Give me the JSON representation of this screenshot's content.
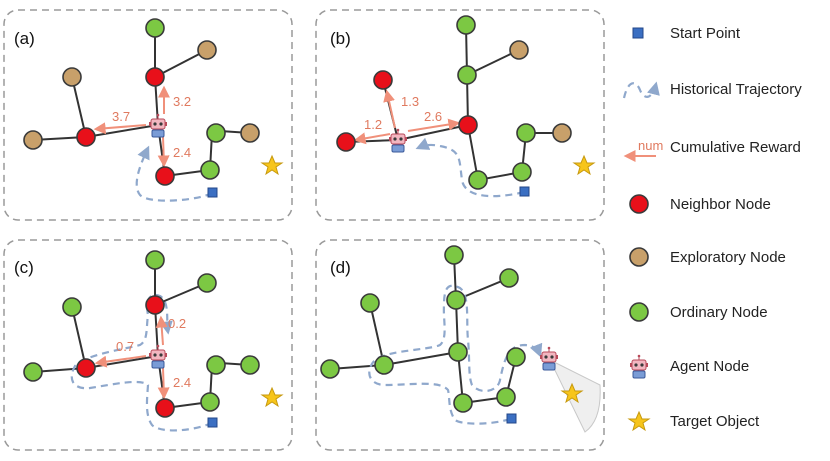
{
  "panels": [
    "(a)",
    "(b)",
    "(c)",
    "(d)"
  ],
  "legend": [
    {
      "icon": "start-point-icon",
      "label": "Start Point"
    },
    {
      "icon": "historical-trajectory-icon",
      "label": "Historical Trajectory"
    },
    {
      "icon": "cumulative-reward-icon",
      "label": "Cumulative Reward",
      "sample": "num"
    },
    {
      "icon": "neighbor-node-icon",
      "label": "Neighbor Node"
    },
    {
      "icon": "exploratory-node-icon",
      "label": "Exploratory Node"
    },
    {
      "icon": "ordinary-node-icon",
      "label": "Ordinary Node"
    },
    {
      "icon": "agent-node-icon",
      "label": "Agent Node"
    },
    {
      "icon": "target-object-icon",
      "label": "Target Object"
    }
  ],
  "rewards": {
    "a": [
      "3.7",
      "3.2",
      "2.4"
    ],
    "b": [
      "1.3",
      "1.2",
      "2.6"
    ],
    "c": [
      "0.7",
      "0.2",
      "2.4"
    ]
  },
  "colors": {
    "neighbor": "#e8101a",
    "exploratory": "#c8a06a",
    "ordinary": "#7cc843",
    "reward": "#f0907a",
    "trajectory": "#8fa8cc",
    "start": "#3b6fc2",
    "target": "#f7c51b"
  }
}
